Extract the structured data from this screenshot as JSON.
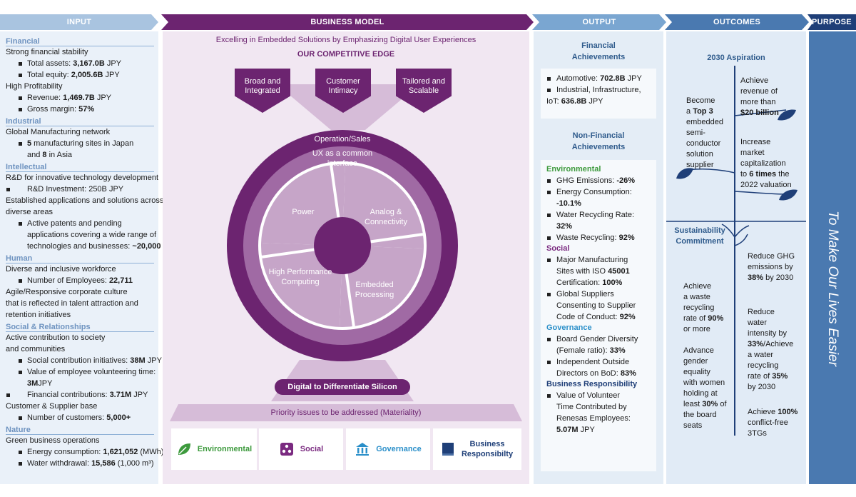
{
  "headers": {
    "input": "INPUT",
    "business_model": "BUSINESS MODEL",
    "output": "OUTPUT",
    "outcomes": "OUTCOMES",
    "purpose": "PURPOSE"
  },
  "input": {
    "financial": {
      "title": "Financial",
      "l1": "Strong financial stability",
      "l2a": "Total assets: ",
      "l2b": "3,167.0B",
      "l2c": " JPY",
      "l3a": "Total equity: ",
      "l3b": "2,005.6B",
      "l3c": " JPY",
      "l4": "High Profitability",
      "l5a": "Revenue: ",
      "l5b": "1,469.7B",
      "l5c": " JPY",
      "l6a": "Gross margin: ",
      "l6b": "57%"
    },
    "industrial": {
      "title": "Industrial",
      "l1": "Global Manufacturing network",
      "l2a": "5",
      "l2b": " manufacturing sites in Japan",
      "l3a": "and ",
      "l3b": "8",
      "l3c": " in Asia"
    },
    "intellectual": {
      "title": "Intellectual",
      "l1": "R&D for innovative technology development",
      "l2": "R&D Investment: 250B JPY",
      "l3": "Established applications and solutions across",
      "l4": "diverse areas",
      "l5": "Active patents and pending",
      "l6": "applications covering a wide range of",
      "l7a": "technologies and businesses: ",
      "l7b": "~20,000"
    },
    "human": {
      "title": "Human",
      "l1": "Diverse and inclusive workforce",
      "l2a": "Number of Employees: ",
      "l2b": "22,711",
      "l3": "Agile/Responsive corporate culture",
      "l4": "that is reflected in talent attraction and",
      "l5": "retention initiatives"
    },
    "social": {
      "title": "Social & Relationships",
      "l1": "Active contribution to society",
      "l2": "and communities",
      "l3a": "Social contribution initiatives: ",
      "l3b": "38M",
      "l3c": " JPY",
      "l4": "Value of employee volunteering time:",
      "l5a": "3M",
      "l5b": "JPY",
      "l6a": "Financial contributions: ",
      "l6b": "3.71M",
      "l6c": " JPY",
      "l7": "Customer & Supplier base",
      "l8a": "Number of customers: ",
      "l8b": "5,000+"
    },
    "nature": {
      "title": "Nature",
      "l1": "Green business operations",
      "l2a": "Energy consumption: ",
      "l2b": "1,621,052",
      "l2c": " (MWh)",
      "l3a": "Water withdrawal: ",
      "l3b": "15,586",
      "l3c": " (1,000 m³)"
    }
  },
  "business_model": {
    "tagline": "Excelling in Embedded Solutions by Emphasizing Digital User Experiences",
    "edge_title": "OUR COMPETITIVE EDGE",
    "edges": [
      "Broad and Integrated",
      "Customer Intimacy",
      "Tailored and Scalable"
    ],
    "outer_ring": "Operation/Sales",
    "inner_ring": "UX as a common interface",
    "segments": {
      "power": "Power",
      "analog": "Analog & Connectivity",
      "hpc": "High Performance Computing",
      "embedded": "Embedded Processing"
    },
    "base": "Digital to Differentiate Silicon",
    "materiality": "Priority issues to be addressed (Materiality)",
    "materiality_items": [
      "Environmental",
      "Social",
      "Governance",
      "Business Responsibilty"
    ],
    "colors": {
      "environmental": "#3d9a3d",
      "social": "#7a2a80",
      "governance": "#2a8fc9",
      "business": "#1f3f78"
    }
  },
  "output": {
    "financial_title": "Financial Achievements",
    "automotive_a": "Automotive: ",
    "automotive_b": "702.8B",
    "automotive_c": " JPY",
    "iiot_a": "Industrial, Infrastructure,",
    "iiot_b": "IoT: ",
    "iiot_c": "636.8B",
    "iiot_d": " JPY",
    "nonfin_title": "Non-Financial Achievements",
    "environmental": "Environmental",
    "ghg_a": "GHG Emissions: ",
    "ghg_b": "-26%",
    "energy_a": "Energy Consumption:",
    "energy_b": "-10.1%",
    "water_a": "Water Recycling Rate:",
    "water_b": "32%",
    "waste_a": "Waste Recycling: ",
    "waste_b": "92%",
    "social": "Social",
    "iso_a": "Major Manufacturing",
    "iso_b": "Sites with ISO ",
    "iso_c": "45001",
    "iso_d": "Certification: ",
    "iso_e": "100%",
    "sup_a": "Global Suppliers",
    "sup_b": "Consenting to Supplier",
    "sup_c": "Code of Conduct: ",
    "sup_d": "92%",
    "governance": "Governance",
    "board_a": "Board Gender Diversity",
    "board_b": "(Female ratio): ",
    "board_c": "33%",
    "ind_a": "Independent Outside",
    "ind_b": "Directors on BoD: ",
    "ind_c": "83%",
    "business": "Business Responsibility",
    "vol_a": "Value of Volunteer",
    "vol_b": "Time Contributed by",
    "vol_c": "Renesas Employees:",
    "vol_d": "5.07M",
    "vol_e": " JPY"
  },
  "outcomes": {
    "aspiration": "2030 Aspiration",
    "top3_1": "Become",
    "top3_2": "a ",
    "top3_3": "Top 3",
    "top3_4": "embedded",
    "top3_5": "semi-",
    "top3_6": "conductor",
    "top3_7": "solution",
    "top3_8": "supplier",
    "rev_1": "Achieve",
    "rev_2": "revenue of",
    "rev_3": "more than",
    "rev_4": "$20 billion",
    "cap_1": "Increase",
    "cap_2": "market",
    "cap_3": "capitalization",
    "cap_4a": "to ",
    "cap_4b": "6 times",
    "cap_4c": " the",
    "cap_5": "2022 valuation",
    "sustain": "Sustainability Commitment",
    "ghg_1": "Reduce  GHG",
    "ghg_2": "emissions  by",
    "ghg_3a": "38%",
    "ghg_3b": " by 2030",
    "waste_1": "Achieve",
    "waste_2": "a    waste",
    "waste_3": "recycling",
    "waste_4a": "rate of ",
    "waste_4b": "90%",
    "waste_5": "or more",
    "water_1": "Reduce",
    "water_2": "water",
    "water_3": "intensity by",
    "water_4a": "33%",
    "water_4b": "/Achieve",
    "water_5": "a water",
    "water_6": "recycling",
    "water_7a": "rate of ",
    "water_7b": "35%",
    "water_8": "by 2030",
    "gender_1": "Advance",
    "gender_2": "gender",
    "gender_3": "equality",
    "gender_4": "with women",
    "gender_5": "holding at",
    "gender_6a": "least ",
    "gender_6b": "30%",
    "gender_6c": " of",
    "gender_7": "the board",
    "gender_8": "seats",
    "conflict_1a": "Achieve ",
    "conflict_1b": "100%",
    "conflict_2": "conflict-free",
    "conflict_3": "3TGs"
  },
  "purpose": {
    "text": "To Make Our Lives Easier"
  }
}
